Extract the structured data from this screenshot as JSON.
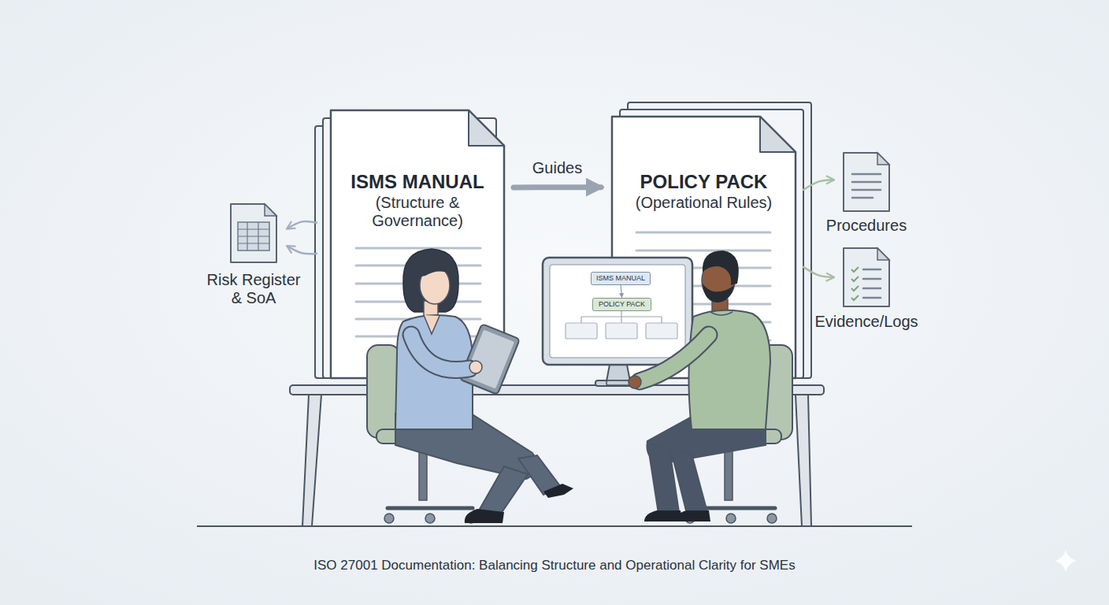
{
  "diagram": {
    "caption": "ISO 27001 Documentation: Balancing Structure and Operational Clarity for SMEs",
    "nodes": [
      {
        "text": [
          "ISMS MANUAL",
          "(Structure & Governance)"
        ]
      },
      {
        "text": [
          "POLICY PACK",
          "(Operational Rules)"
        ]
      },
      {
        "text": [
          "Procedures"
        ]
      },
      {
        "text": [
          "Risk Register & SoA"
        ]
      },
      {
        "text": [
          "Evidence/Logs"
        ]
      },
      {
        "text": [
          "ISMS MANUAL"
        ]
      },
      {
        "text": [
          "POLICY PACK"
        ]
      }
    ],
    "edges": [
      {
        "from": 0,
        "to": 1,
        "label": "Guides",
        "arrow": "to"
      },
      {
        "from": 0,
        "to": 3,
        "arrow": "to"
      },
      {
        "from": 0,
        "to": 3,
        "arrow": "to"
      },
      {
        "from": 1,
        "to": 2,
        "arrow": "to"
      },
      {
        "from": 1,
        "to": 4,
        "arrow": "to"
      },
      {
        "from": 5,
        "to": 6,
        "arrow": "to"
      }
    ]
  }
}
